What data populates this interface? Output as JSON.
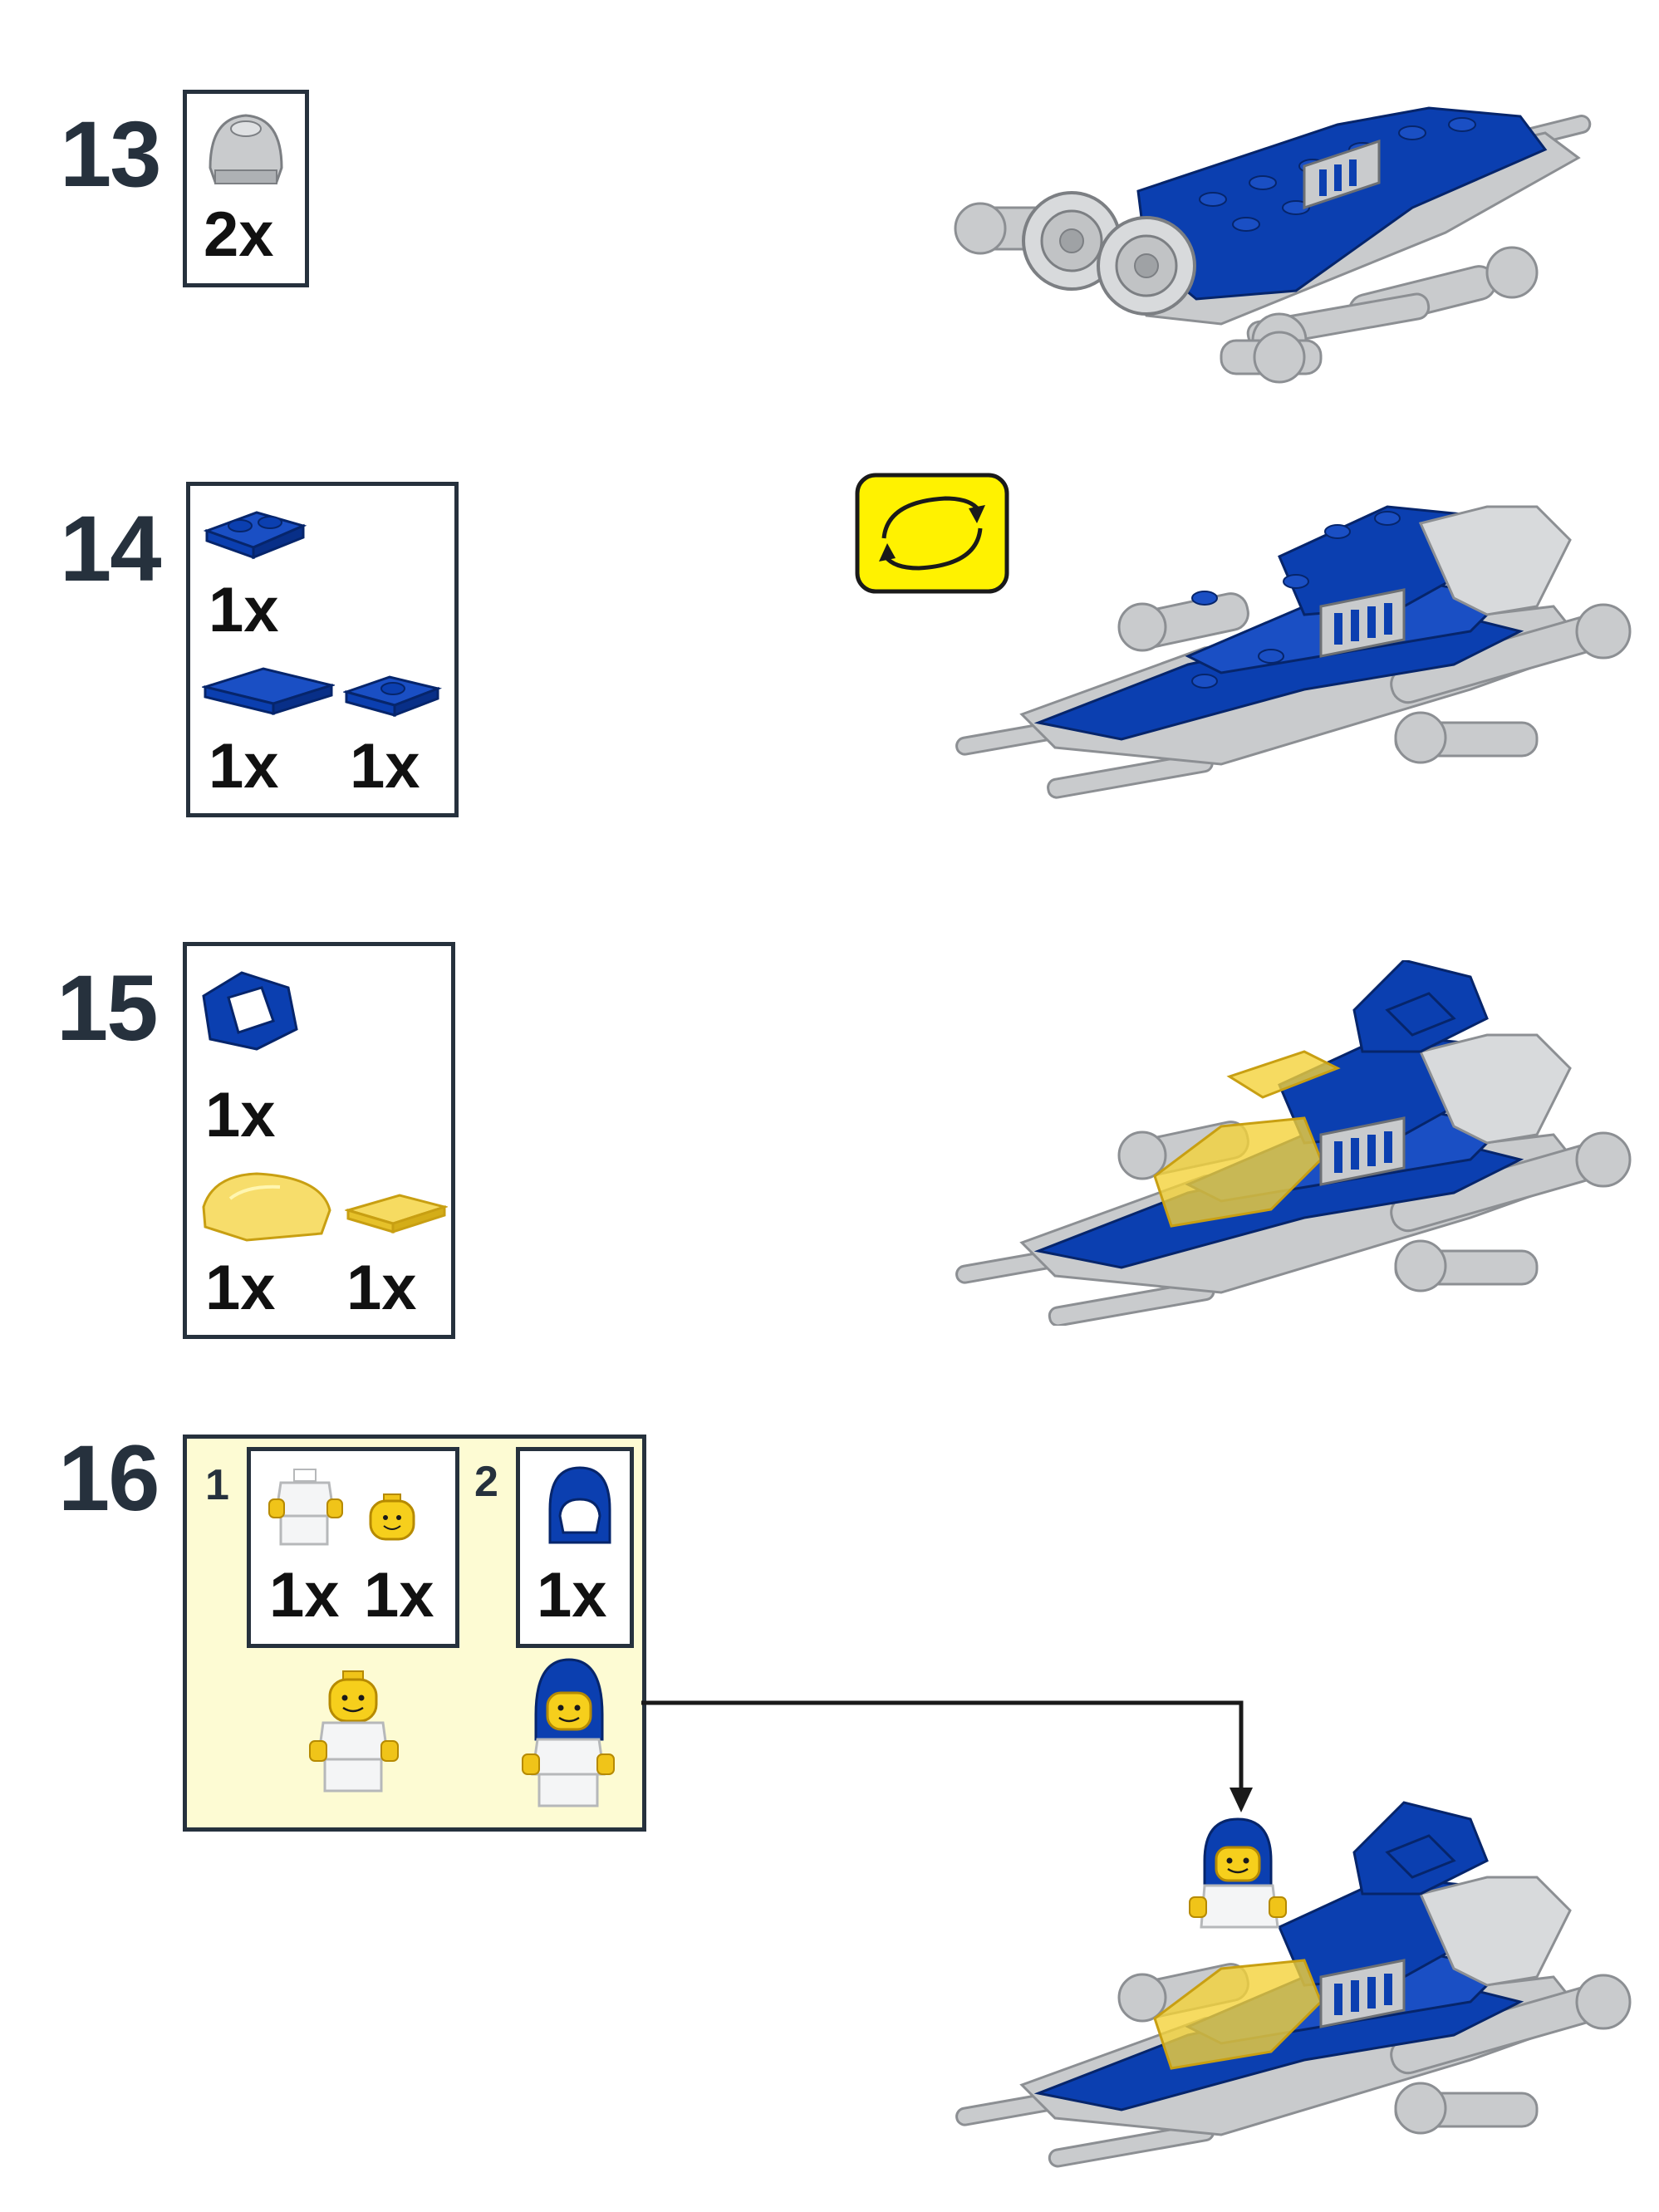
{
  "steps": [
    {
      "number": "13",
      "parts": [
        {
          "qty": "2x",
          "icon": "light-bluish-gray-round-dome-icon"
        }
      ]
    },
    {
      "number": "14",
      "parts": [
        {
          "qty": "1x",
          "icon": "blue-plate-1x2-icon"
        },
        {
          "qty": "1x",
          "icon": "blue-tile-2x2-icon"
        },
        {
          "qty": "1x",
          "icon": "blue-plate-jumper-icon"
        }
      ],
      "extra": "rotate-model-icon"
    },
    {
      "number": "15",
      "parts": [
        {
          "qty": "1x",
          "icon": "blue-windscreen-frame-icon"
        },
        {
          "qty": "1x",
          "icon": "trans-yellow-canopy-icon"
        },
        {
          "qty": "1x",
          "icon": "trans-yellow-tile-1x2-icon"
        }
      ]
    },
    {
      "number": "16",
      "sub1": {
        "number": "1",
        "parts": [
          {
            "qty": "1x",
            "icon": "white-minifig-body-icon"
          },
          {
            "qty": "1x",
            "icon": "yellow-minifig-head-icon"
          }
        ]
      },
      "sub2": {
        "number": "2",
        "parts": [
          {
            "qty": "1x",
            "icon": "blue-space-helmet-icon"
          }
        ]
      }
    }
  ],
  "colors": {
    "blue": "#0b3fb0",
    "gray": "#c9cbcd",
    "dark": "#26313d",
    "trans_yellow": "#f4d23a",
    "callout": "#fdfbd3",
    "rotate": "#fff200"
  }
}
